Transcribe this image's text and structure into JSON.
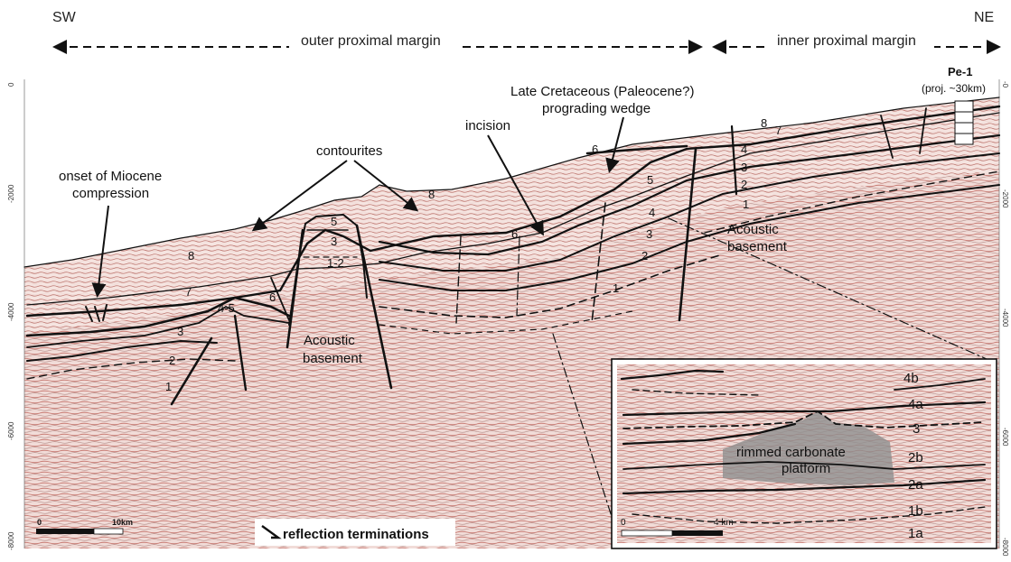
{
  "header": {
    "sw": "SW",
    "ne": "NE",
    "outer_margin": "outer proximal margin",
    "inner_margin": "inner proximal margin"
  },
  "well": {
    "name": "Pe-1",
    "note": "(proj. ~30km)"
  },
  "annotations": {
    "late_cretaceous": "Late Cretaceous (Paleocene?)",
    "prograding_wedge": "prograding wedge",
    "incision": "incision",
    "contourites": "contourites",
    "onset_line1": "onset of Miocene",
    "onset_line2": "compression",
    "acoustic_basement_a": "Acoustic",
    "acoustic_basement_b": "basement",
    "acoustic_basement_right_a": "Acoustic",
    "acoustic_basement_right_b": "basement"
  },
  "unit_labels": {
    "u8_left": "8",
    "u8_mid": "8",
    "u8_right": "8",
    "u7_left": "7",
    "u7_right": "7",
    "u6_left": "6",
    "u6_mid": "6",
    "u6_top": "6",
    "u5_high": "5",
    "u5_right": "5",
    "u45": "4-5",
    "u4_right": "4",
    "u4_far": "4",
    "u3_left": "3",
    "u3_high": "3",
    "u3_right": "3",
    "u3_far": "3",
    "u2_left": "2",
    "u2_right": "2",
    "u2_far": "2",
    "u12": "1-2",
    "u1_left": "1",
    "u1_right": "1",
    "u1_far": "1"
  },
  "y_axis_left": [
    "0",
    "-2000",
    "-4000",
    "-6000",
    "-8000"
  ],
  "y_axis_right": [
    "-0",
    "-2000",
    "-4000",
    "-6000",
    "-8000"
  ],
  "scale_main": {
    "start": "0",
    "end": "10km"
  },
  "legend": {
    "label": "reflection terminations"
  },
  "inset": {
    "labels": [
      "4b",
      "4a",
      "3",
      "2b",
      "2a",
      "1b",
      "1a"
    ],
    "platform_line1": "rimmed carbonate",
    "platform_line2": "platform",
    "scale_start": "0",
    "scale_end": "4 km"
  },
  "colors": {
    "seismic_bg": "#f2dcd8",
    "seismic_red": "#c9766e",
    "platform_fill": "#8f8f8f"
  }
}
